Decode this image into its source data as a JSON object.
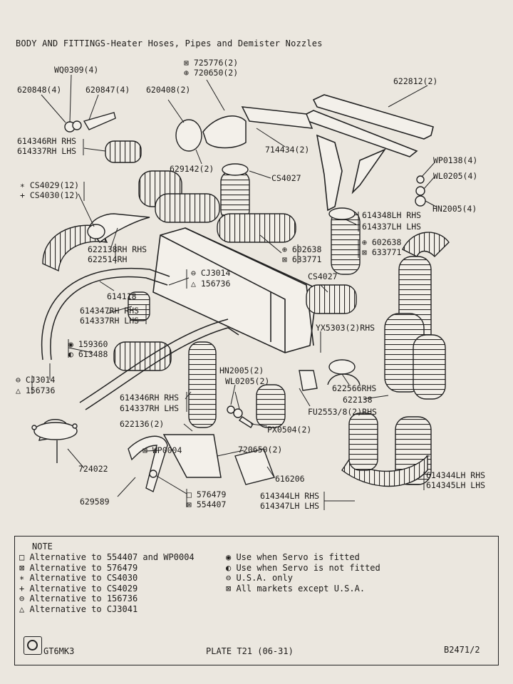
{
  "title": "BODY AND FITTINGS-Heater Hoses, Pipes and Demister Nozzles",
  "parts": [
    {
      "id": "p1",
      "text": "WQ0309(4)"
    },
    {
      "id": "p2",
      "text": "620848(4)"
    },
    {
      "id": "p3",
      "text": "620847(4)"
    },
    {
      "id": "p4",
      "text": "⊠ 725776(2)"
    },
    {
      "id": "p5",
      "text": "⊕ 720650(2)"
    },
    {
      "id": "p6",
      "text": "620408(2)"
    },
    {
      "id": "p7",
      "text": "622812(2)"
    },
    {
      "id": "p8",
      "text": "614346RH RHS"
    },
    {
      "id": "p9",
      "text": "614337RH LHS"
    },
    {
      "id": "p10",
      "text": "714434(2)"
    },
    {
      "id": "p11",
      "text": "WP0138(4)"
    },
    {
      "id": "p12",
      "text": "WL0205(4)"
    },
    {
      "id": "p13",
      "text": "629142(2)"
    },
    {
      "id": "p14",
      "text": "CS4027"
    },
    {
      "id": "p15",
      "text": "∗ CS4029(12)"
    },
    {
      "id": "p16",
      "text": "+ CS4030(12)"
    },
    {
      "id": "p17",
      "text": "HN2005(4)"
    },
    {
      "id": "p18",
      "text": "614348LH RHS"
    },
    {
      "id": "p19",
      "text": "614337LH LHS"
    },
    {
      "id": "p20",
      "text": "⊕ 602638"
    },
    {
      "id": "p21",
      "text": "⊠ 633771"
    },
    {
      "id": "p22",
      "text": "622138RH RHS"
    },
    {
      "id": "p23",
      "text": "622514RH"
    },
    {
      "id": "p24",
      "text": "⊕ 602638"
    },
    {
      "id": "p25",
      "text": "⊠ 633771"
    },
    {
      "id": "p26",
      "text": "⊖ CJ3014"
    },
    {
      "id": "p27",
      "text": "△ 156736"
    },
    {
      "id": "p28",
      "text": "CS4027"
    },
    {
      "id": "p29",
      "text": "614118"
    },
    {
      "id": "p30",
      "text": "614347RH RHS"
    },
    {
      "id": "p31",
      "text": "614337RH LHS"
    },
    {
      "id": "p32",
      "text": "YX5303(2)RHS"
    },
    {
      "id": "p33",
      "text": "◉ 159360"
    },
    {
      "id": "p34",
      "text": "◐ 613488"
    },
    {
      "id": "p35",
      "text": "⊖ CJ3014"
    },
    {
      "id": "p36",
      "text": "△ 156736"
    },
    {
      "id": "p37",
      "text": "HN2005(2)"
    },
    {
      "id": "p38",
      "text": "WL0205(2)"
    },
    {
      "id": "p39",
      "text": "622566RHS"
    },
    {
      "id": "p40",
      "text": "622138"
    },
    {
      "id": "p41",
      "text": "614346RH RHS"
    },
    {
      "id": "p42",
      "text": "614337RH LHS"
    },
    {
      "id": "p43",
      "text": "FU2553/8(2)RHS"
    },
    {
      "id": "p44",
      "text": "622136(2)"
    },
    {
      "id": "p45",
      "text": "PX0504(2)"
    },
    {
      "id": "p46",
      "text": "⊠ WP0004"
    },
    {
      "id": "p47",
      "text": "720650(2)"
    },
    {
      "id": "p48",
      "text": "724022"
    },
    {
      "id": "p49",
      "text": "616206"
    },
    {
      "id": "p50",
      "text": "614344LH RHS"
    },
    {
      "id": "p51",
      "text": "614345LH LHS"
    },
    {
      "id": "p52",
      "text": "629589"
    },
    {
      "id": "p53",
      "text": "□ 576479"
    },
    {
      "id": "p54",
      "text": "⊠ 554407"
    },
    {
      "id": "p55",
      "text": "614344LH RHS"
    },
    {
      "id": "p56",
      "text": "614347LH LHS"
    }
  ],
  "note": {
    "heading": "NOTE",
    "left": [
      "□ Alternative to 554407 and WP0004",
      "⊠ Alternative to 576479",
      "∗ Alternative to CS4030",
      "+ Alternative to CS4029",
      "⊖ Alternative to 156736",
      "△ Alternative to CJ3041"
    ],
    "right": [
      "◉ Use when Servo is fitted",
      "◐ Use when Servo is not fitted",
      "⊖ U.S.A. only",
      "⊠ All markets except U.S.A."
    ]
  },
  "footer": {
    "model": "GT6MK3",
    "plate": "PLATE T21 (06-31)",
    "ref": "B2471/2"
  }
}
